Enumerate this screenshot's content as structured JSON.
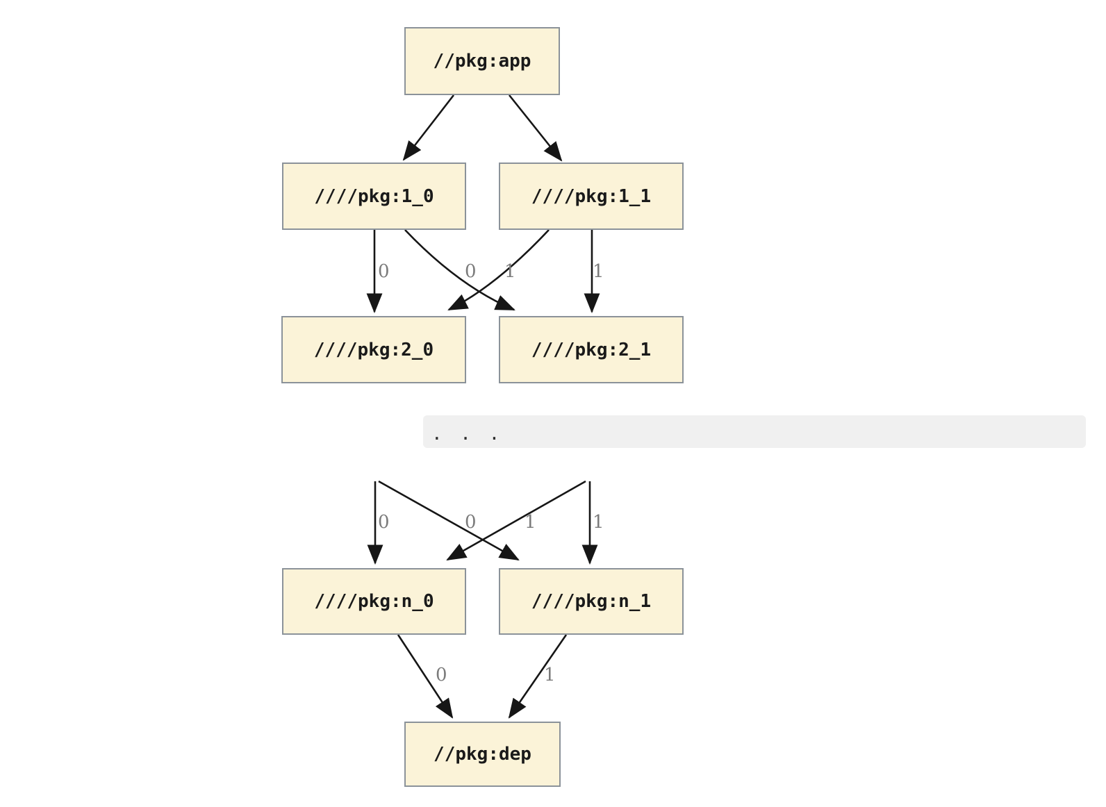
{
  "diagram": {
    "nodes": {
      "app": {
        "label": "//pkg:app"
      },
      "l1_0": {
        "label": "////pkg:1_0"
      },
      "l1_1": {
        "label": "////pkg:1_1"
      },
      "l2_0": {
        "label": "////pkg:2_0"
      },
      "l2_1": {
        "label": "////pkg:2_1"
      },
      "ellipsis": {
        "label": ". . ."
      },
      "ln_0": {
        "label": "////pkg:n_0"
      },
      "ln_1": {
        "label": "////pkg:n_1"
      },
      "dep": {
        "label": "//pkg:dep"
      }
    },
    "edge_labels": {
      "level1_to_2": [
        "0",
        "0",
        "1",
        "1"
      ],
      "ellipsis_to_n": [
        "0",
        "0",
        "1",
        "1"
      ],
      "n_to_dep": [
        "0",
        "1"
      ]
    },
    "edges": [
      {
        "from": "//pkg:app",
        "to": "////pkg:1_0",
        "label": ""
      },
      {
        "from": "//pkg:app",
        "to": "////pkg:1_1",
        "label": ""
      },
      {
        "from": "////pkg:1_0",
        "to": "////pkg:2_0",
        "label": "0"
      },
      {
        "from": "////pkg:1_0",
        "to": "////pkg:2_1",
        "label": "1"
      },
      {
        "from": "////pkg:1_1",
        "to": "////pkg:2_0",
        "label": "0"
      },
      {
        "from": "////pkg:1_1",
        "to": "////pkg:2_1",
        "label": "1"
      },
      {
        "from": ". . .",
        "to": "////pkg:n_0",
        "label": "0"
      },
      {
        "from": ". . .",
        "to": "////pkg:n_1",
        "label": "1"
      },
      {
        "from": "////pkg:n_0",
        "to": "//pkg:dep",
        "label": "0"
      },
      {
        "from": "////pkg:n_1",
        "to": "//pkg:dep",
        "label": "1"
      }
    ],
    "colors": {
      "node_fill": "#fbf3d8",
      "node_border": "#8b9299",
      "band_fill": "#f0f0f0",
      "edge": "#161616",
      "edge_label": "#7b7b7b",
      "node_text": "#1a1a1a"
    }
  }
}
